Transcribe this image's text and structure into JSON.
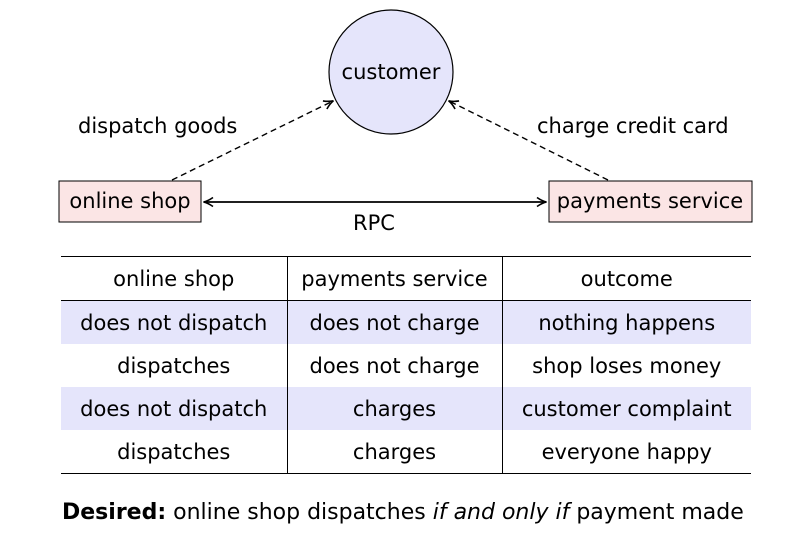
{
  "diagram": {
    "nodes": {
      "customer": "customer",
      "shop": "online shop",
      "payments": "payments service"
    },
    "edges": {
      "dispatch": "dispatch goods",
      "charge": "charge credit card",
      "rpc": "RPC"
    },
    "colors": {
      "customer_fill": "#e5e5fb",
      "box_fill": "#fbe5e5",
      "row_shade": "#e5e5fb"
    }
  },
  "table": {
    "headers": [
      "online shop",
      "payments service",
      "outcome"
    ],
    "rows": [
      [
        "does not dispatch",
        "does not charge",
        "nothing happens"
      ],
      [
        "dispatches",
        "does not charge",
        "shop loses money"
      ],
      [
        "does not dispatch",
        "charges",
        "customer complaint"
      ],
      [
        "dispatches",
        "charges",
        "everyone happy"
      ]
    ]
  },
  "desired": {
    "label": "Desired:",
    "text_1": "online shop dispatches",
    "emphasis": "if and only if",
    "text_2": "payment made"
  }
}
